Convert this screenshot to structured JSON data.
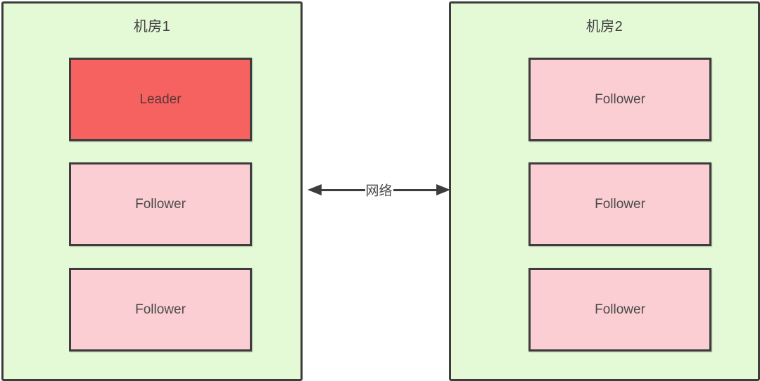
{
  "diagram": {
    "type": "architecture-diagram",
    "datacenters": [
      {
        "title": "机房1",
        "nodes": [
          {
            "label": "Leader",
            "role": "leader"
          },
          {
            "label": "Follower",
            "role": "follower"
          },
          {
            "label": "Follower",
            "role": "follower"
          }
        ]
      },
      {
        "title": "机房2",
        "nodes": [
          {
            "label": "Follower",
            "role": "follower"
          },
          {
            "label": "Follower",
            "role": "follower"
          },
          {
            "label": "Follower",
            "role": "follower"
          }
        ]
      }
    ],
    "link": {
      "label": "网络",
      "style": "double-headed-arrow"
    },
    "colors": {
      "datacenter_fill": "#e4f9d6",
      "leader_fill": "#f6625f",
      "follower_fill": "#fbced3",
      "border": "#3d3d3d",
      "text": "#4a4a4a",
      "page_background": "#ffffff"
    }
  }
}
